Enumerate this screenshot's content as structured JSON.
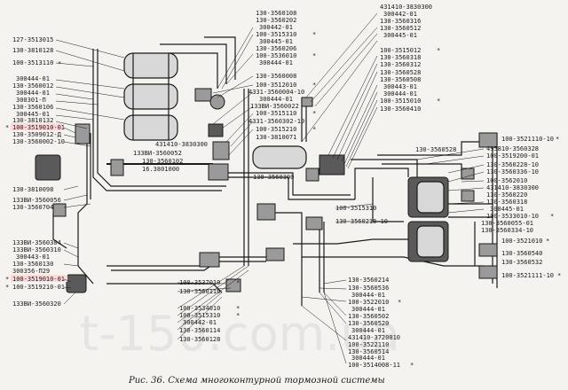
{
  "caption": "Рис. 36. Схема многоконтурной тормозной системы",
  "watermark": "t-150.com.ua",
  "labels": {
    "l01": "127-3513015",
    "l02": "130-3810128",
    "l03": "100-3513110",
    "l04": "300444-01",
    "l05": "130-3560012",
    "l06": "300444-01",
    "l07": "300301-П",
    "l08": "130-3560106",
    "l09": "300445-01",
    "l10": "130-3810132",
    "l11": "100-3519010-01",
    "l12": "130-3509012-Д",
    "l13": "130-3560002-10",
    "l14": "130-3810098",
    "l15": "133ВИ-3560056",
    "l16": "130-3560704",
    "l17": "130-3560108",
    "l18": "130-3560202",
    "l19": "300442-01",
    "l20": "100-3515310",
    "l21": "300445-01",
    "l22": "130-3560206",
    "l23": "100-3536010",
    "l24": "300444-01",
    "l25": "130-3560008",
    "l26": "100-3512010",
    "l27": "4331-3560004-10",
    "l28": "300444-01",
    "l29": "133ВИ-3560022",
    "l30": "100-3515110",
    "l31": "4331-3560302-10",
    "l32": "100-3515210",
    "l33": "130-3810071",
    "l34": "431410-3830300",
    "l35": "133ВИ-3560052",
    "l36": "130-3560102",
    "l37": "16.3801000",
    "l38": "130-3560300",
    "l39": "431410-3830300",
    "l40": "300442-01",
    "l41": "130-3560316",
    "l42": "130-3560512",
    "l43": "300445-01",
    "l44": "100-3515012",
    "l45": "130-3560318",
    "l46": "130-3560312",
    "l47": "130-3560528",
    "l48": "130-3560508",
    "l49": "300443-01",
    "l50": "300444-01",
    "l51": "100-3515010",
    "l52": "130-3560410",
    "l53": "100-3521110-10",
    "l54": "130-3560528",
    "l55": "495810-3560328",
    "l56": "100-3519200-01",
    "l57": "130-3560228-10",
    "l58": "130-3560336-10",
    "l59": "100-3562010",
    "l60": "431410-3830300",
    "l61": "130-3560220",
    "l62": "130-3560318",
    "l63": "300445-01",
    "l64": "100-3533010-10",
    "l65": "100-3515310",
    "l66": "130-3560218-10",
    "l67": "130-3560055-01",
    "l68": "130-3560334-10",
    "l69": "100-3521010",
    "l70": "130-3560540",
    "l71": "130-3560532",
    "l72": "100-3521111-10",
    "l73": "133ВИ-3560304",
    "l74": "133ВИ-3560310",
    "l75": "300443-01",
    "l76": "130-3560130",
    "l77": "300356-П29",
    "l78": "100-3519010-01",
    "l79": "100-3519210-01",
    "l80": "133ВИ-3560320",
    "l81": "100-3537010",
    "l82": "130-3560116",
    "l83": "100-3534010",
    "l84": "100-3515310",
    "l85": "300442-01",
    "l86": "130-3560114",
    "l87": "130-3560128",
    "l88": "130-3560214",
    "l89": "130-3560536",
    "l90": "300444-01",
    "l91": "100-3522010",
    "l92": "300444-01",
    "l93": "130-3560502",
    "l94": "130-3560520",
    "l95": "300444-01",
    "l96": "431410-3720010",
    "l97": "100-3522110",
    "l98": "130-3560514",
    "l99": "300444-01",
    "l100": "100-3514008-11"
  },
  "markers": {
    "star": "*",
    "highlight_color": "#ffd9d9"
  }
}
